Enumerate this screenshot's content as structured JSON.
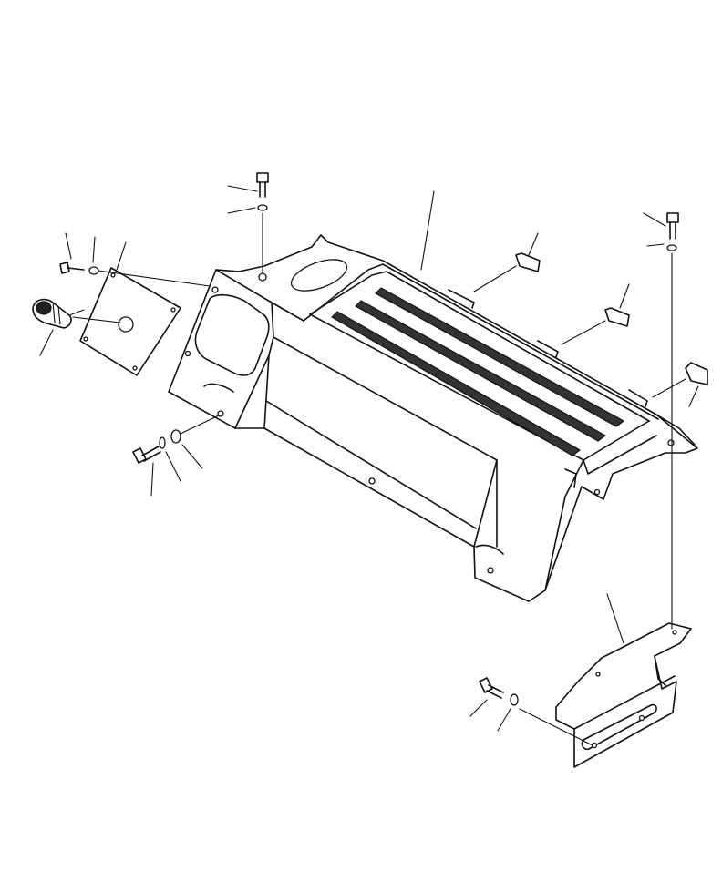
{
  "figure": {
    "background": "#ffffff",
    "line_color": "#111111",
    "parts": [
      "bolt",
      "washer",
      "cover",
      "lamp-switch",
      "tray",
      "cushion-pad",
      "mounting-bracket"
    ]
  }
}
